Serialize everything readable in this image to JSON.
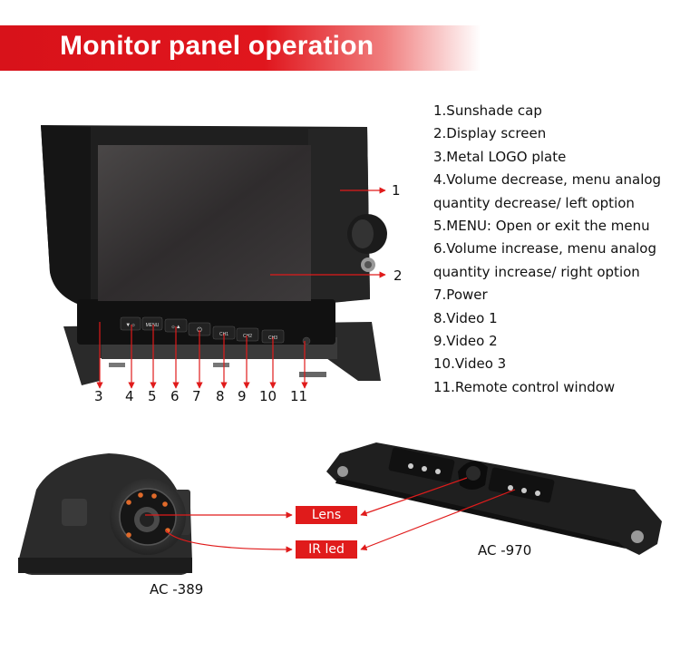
{
  "header": {
    "title": "Monitor panel operation"
  },
  "legend": [
    "1.Sunshade cap",
    "2.Display screen",
    "3.Metal LOGO plate",
    "4.Volume decrease, menu analog",
    "quantity decrease/ left option",
    "5.MENU: Open or exit the menu",
    "6.Volume increase, menu analog",
    "quantity increase/ right option",
    "7.Power",
    "8.Video 1",
    "9.Video 2",
    "10.Video 3",
    "11.Remote control window"
  ],
  "callouts": {
    "c1": "1",
    "c2": "2"
  },
  "bottom_numbers": [
    "3",
    "4",
    "5",
    "6",
    "7",
    "8",
    "9",
    "10",
    "11"
  ],
  "buttons": {
    "menu": "MENU",
    "ch1": "CH1",
    "ch2": "CH2",
    "ch3": "CH3"
  },
  "tags": {
    "lens": "Lens",
    "ir": "IR led"
  },
  "models": {
    "left": "AC -389",
    "right": "AC -970"
  },
  "colors": {
    "accent": "#e01b1b"
  }
}
